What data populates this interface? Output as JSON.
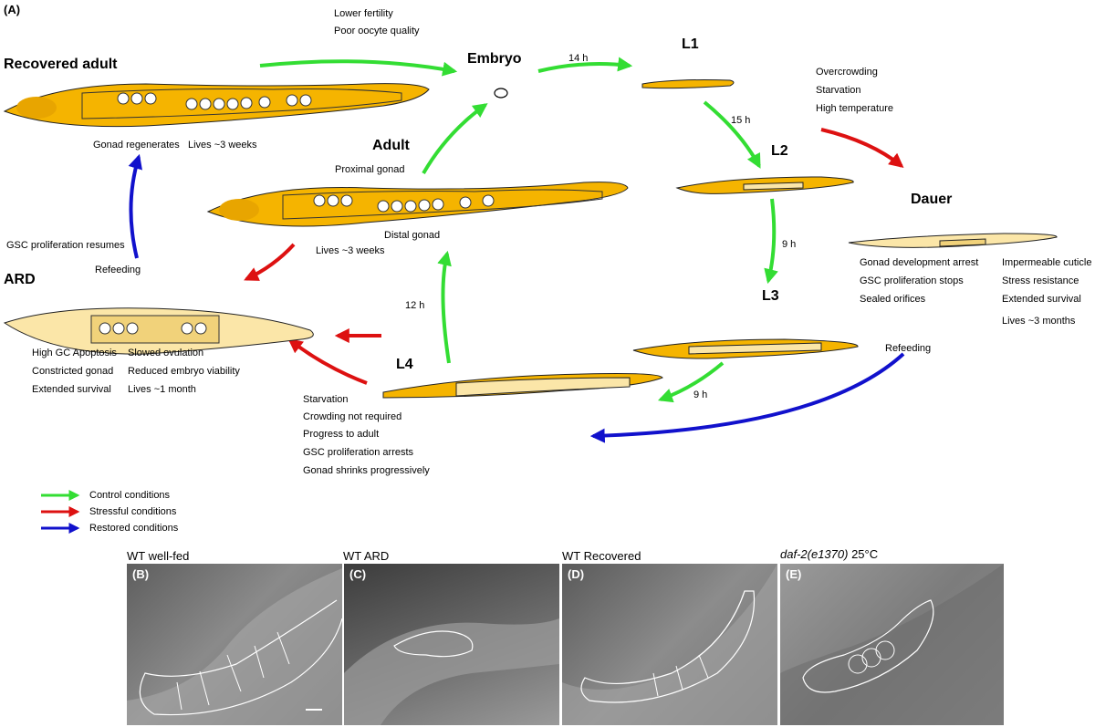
{
  "panel_A_label": "(A)",
  "stages": {
    "recovered_adult": "Recovered adult",
    "embryo": "Embryo",
    "l1": "L1",
    "l2": "L2",
    "dauer": "Dauer",
    "adult": "Adult",
    "l3": "L3",
    "ard": "ARD",
    "l4": "L4"
  },
  "times": {
    "embryo_l1": "14 h",
    "l1_l2": "15 h",
    "l2_l3": "9 h",
    "l3_l4": "9 h",
    "l4_adult": "12 h"
  },
  "notes": {
    "lower_fertility": "Lower fertility",
    "poor_oocyte": "Poor oocyte quality",
    "gonad_regenerates": "Gonad regenerates",
    "lives_3w_a": "Lives ~3 weeks",
    "proximal_gonad": "Proximal gonad",
    "distal_gonad": "Distal gonad",
    "lives_3w_b": "Lives ~3 weeks",
    "gsc_resumes": "GSC proliferation resumes",
    "refeeding_left": "Refeeding",
    "overcrowding": "Overcrowding",
    "starvation_top": "Starvation",
    "high_temp": "High temperature",
    "dauer_1": "Gonad development arrest",
    "dauer_2": "GSC proliferation stops",
    "dauer_3": "Sealed orifices",
    "dauer_4": "Impermeable cuticle",
    "dauer_5": "Stress resistance",
    "dauer_6": "Extended survival",
    "dauer_7": "Lives ~3 months",
    "refeeding_right": "Refeeding",
    "ard_1": "High GC Apoptosis",
    "ard_2": "Constricted gonad",
    "ard_3": "Extended survival",
    "ard_4": "Slowed ovulation",
    "ard_5": "Reduced embryo viability",
    "ard_6": "Lives ~1 month",
    "l4_1": "Starvation",
    "l4_2": "Crowding not required",
    "l4_3": "Progress to adult",
    "l4_4": "GSC proliferation arrests",
    "l4_5": "Gonad shrinks progressively"
  },
  "legend": {
    "control": "Control conditions",
    "stress": "Stressful conditions",
    "restored": "Restored conditions"
  },
  "colors": {
    "control": "#33dd33",
    "stress": "#dd1111",
    "restored": "#1111cc",
    "worm_body": "#f5b400",
    "worm_pale": "#fbe6a8"
  },
  "panels": {
    "b_caption": "WT well-fed",
    "b_label": "(B)",
    "c_caption": "WT ARD",
    "c_label": "(C)",
    "d_caption": "WT Recovered",
    "d_label": "(D)",
    "e_caption_italic": "daf-2(e1370)",
    "e_caption_rest": " 25°C",
    "e_label": "(E)"
  }
}
